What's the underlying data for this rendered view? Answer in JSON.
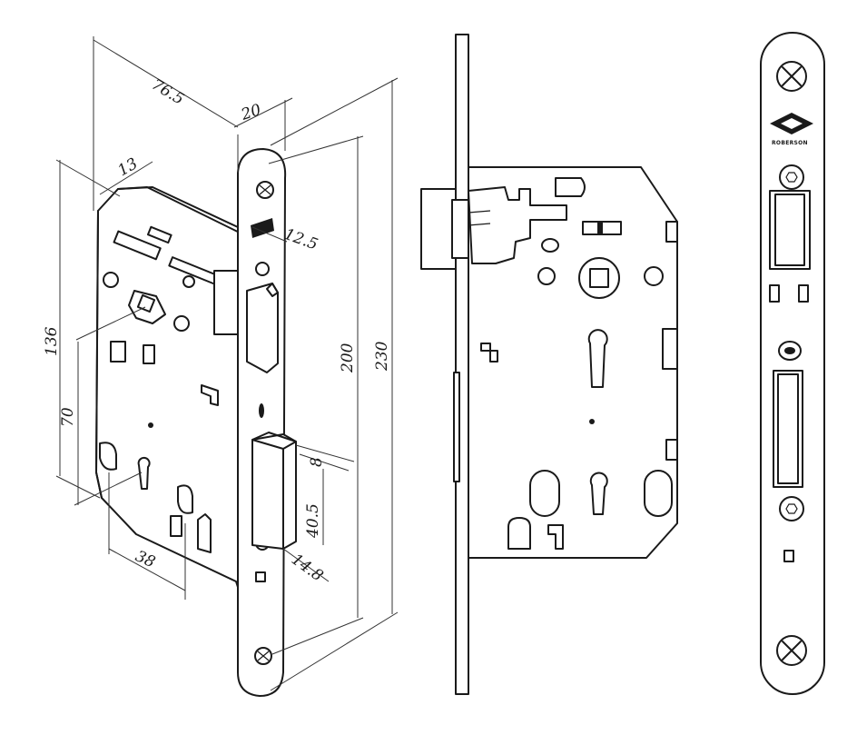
{
  "brand_logo_text": "ROBERSON",
  "dimensions": {
    "backset_depth": "76.5",
    "faceplate_width": "20",
    "forend_offset": "13",
    "latch_width": "12.5",
    "handle_to_top": "136",
    "handle_to_key": "70",
    "keyhole_to_edge": "38",
    "faceplate_length": "200",
    "overall_length": "230",
    "bolt_thickness": "8",
    "bolt_height": "40.5",
    "bolt_projection": "14.8"
  },
  "colors": {
    "line": "#1a1a1a",
    "background": "#ffffff"
  }
}
